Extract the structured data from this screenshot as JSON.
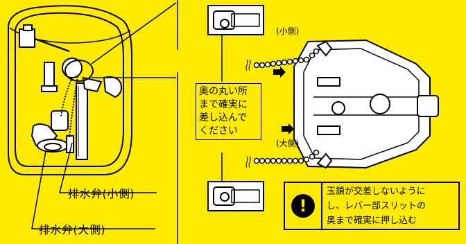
{
  "labels": {
    "drain_valve_small": "排水弁(小側)",
    "drain_valve_large": "排水弁(大側)",
    "small_side": "(小側)",
    "large_side": "(大側)"
  },
  "instruction_lines": [
    "奥の丸い所",
    "まで確実に",
    "差し込んで",
    "ください"
  ],
  "caution": {
    "icon": "exclamation-icon",
    "lines": [
      "玉鎖が交差しないように",
      "し、レバー部スリットの",
      "奥まで確実に押し込む"
    ]
  },
  "colors": {
    "background": "#ffeb00",
    "line": "#000000",
    "part": "#ffffff"
  }
}
